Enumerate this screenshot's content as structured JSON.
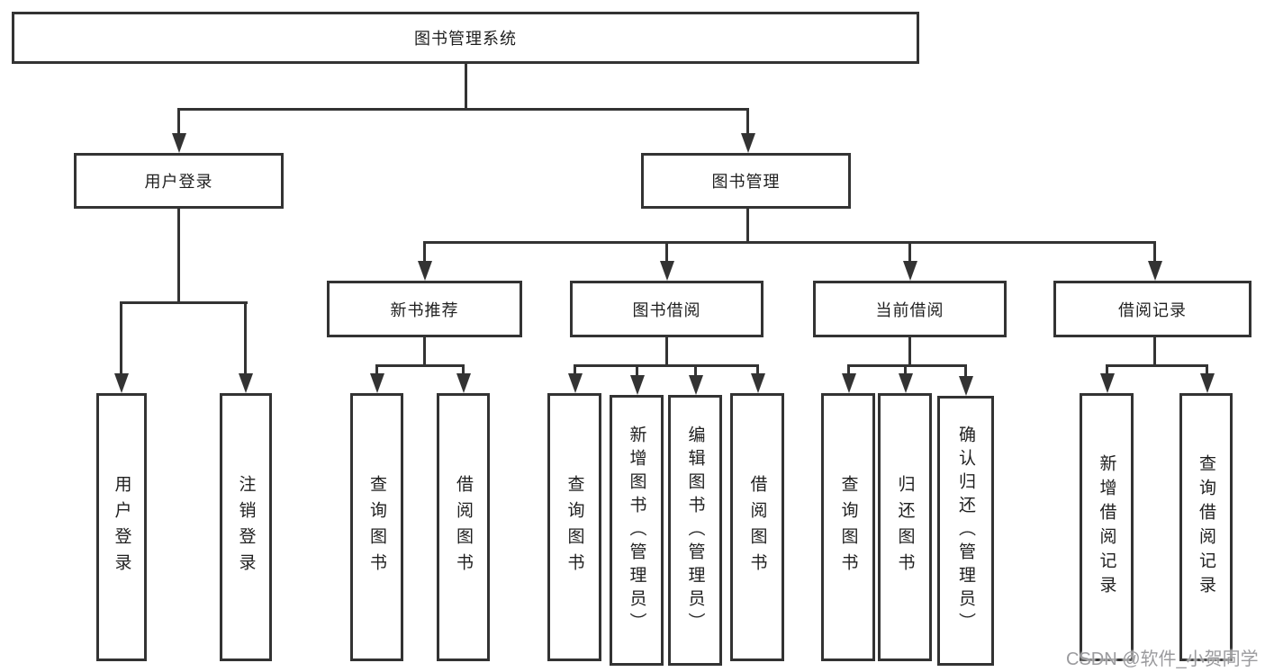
{
  "diagram": {
    "root": {
      "label": "图书管理系统"
    },
    "level2": [
      {
        "label": "用户登录",
        "children": [
          {
            "label": "用户登录"
          },
          {
            "label": "注销登录"
          }
        ]
      },
      {
        "label": "图书管理",
        "children": [
          {
            "label": "新书推荐",
            "children": [
              {
                "label": "查询图书"
              },
              {
                "label": "借阅图书"
              }
            ]
          },
          {
            "label": "图书借阅",
            "children": [
              {
                "label": "查询图书"
              },
              {
                "label": "新增图书（管理员）"
              },
              {
                "label": "编辑图书（管理员）"
              },
              {
                "label": "借阅图书"
              }
            ]
          },
          {
            "label": "当前借阅",
            "children": [
              {
                "label": "查询图书"
              },
              {
                "label": "归还图书"
              },
              {
                "label": "确认归还（管理员）"
              }
            ]
          },
          {
            "label": "借阅记录",
            "children": [
              {
                "label": "新增借阅记录"
              },
              {
                "label": "查询借阅记录"
              }
            ]
          }
        ]
      }
    ]
  },
  "watermark": {
    "text": "CSDN @软件_小贺同学"
  },
  "colors": {
    "line": "#333333",
    "box_border": "#333333",
    "box_background": "#ffffff",
    "text": "#1f1f1f",
    "watermark_text": "#969699",
    "page_background": "#ffffff"
  }
}
